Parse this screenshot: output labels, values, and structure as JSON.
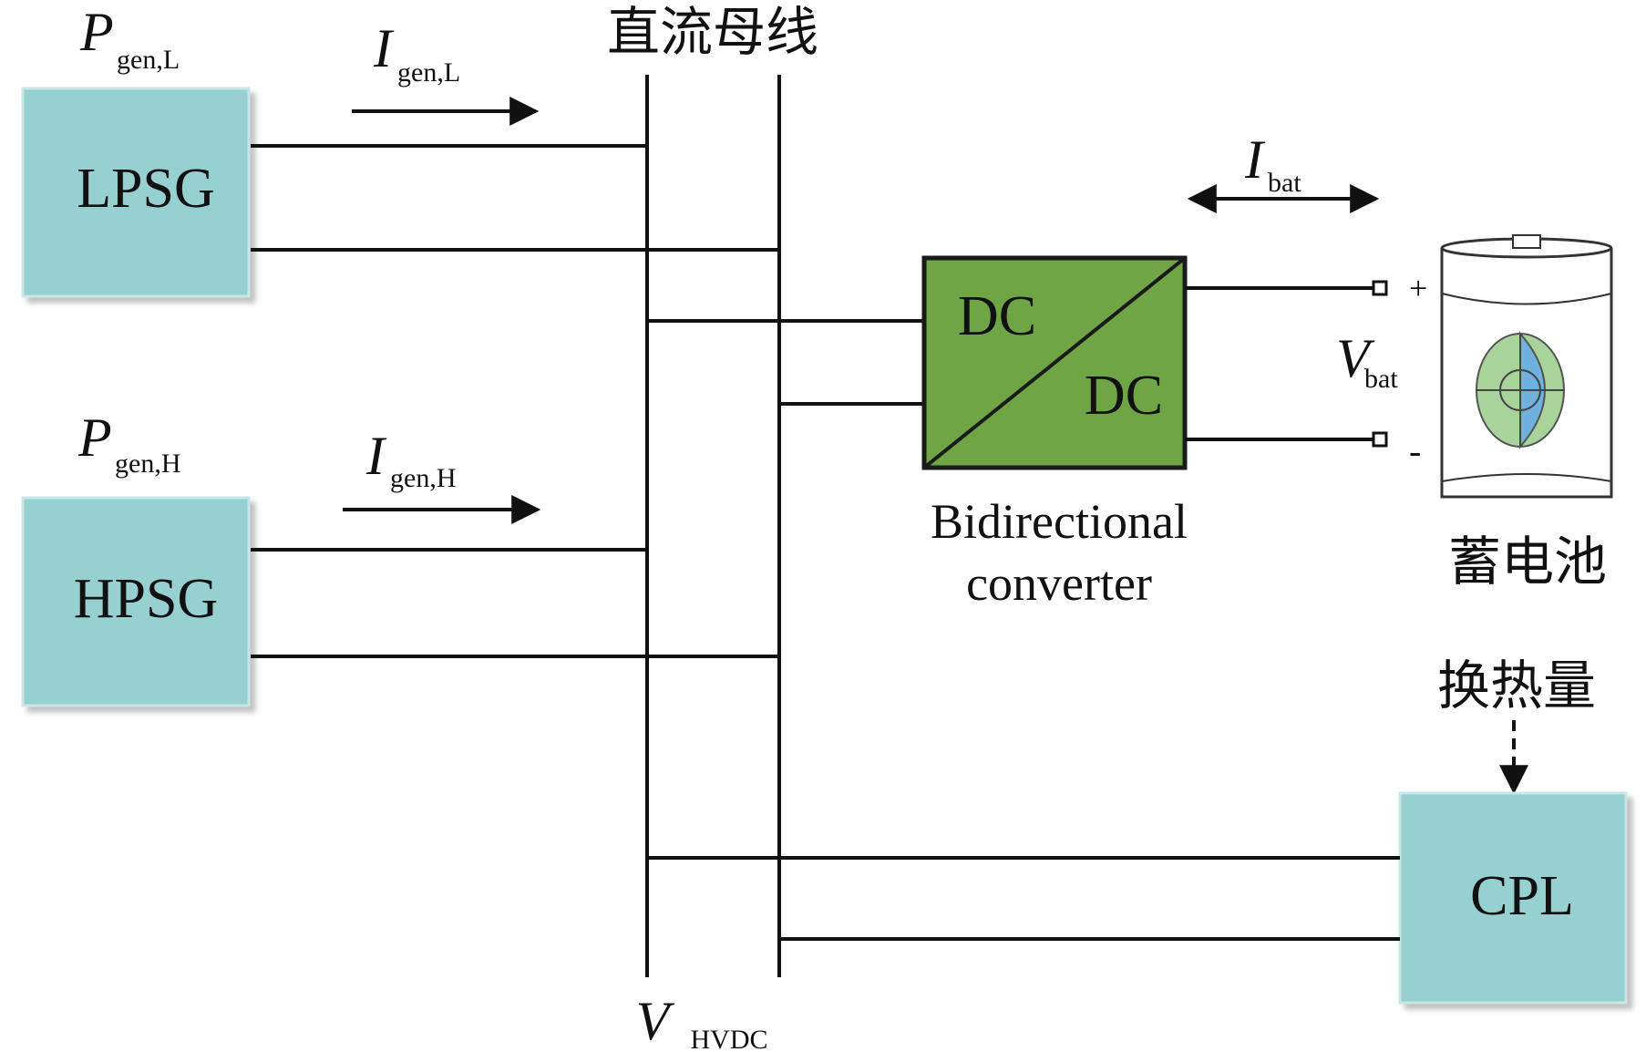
{
  "bus": {
    "title": "直流母线",
    "voltage_var": "V",
    "voltage_sub": "HVDC"
  },
  "lpsg": {
    "label": "LPSG",
    "power_var": "P",
    "power_sub": "gen,L",
    "current_var": "I",
    "current_sub": "gen,L"
  },
  "hpsg": {
    "label": "HPSG",
    "power_var": "P",
    "power_sub": "gen,H",
    "current_var": "I",
    "current_sub": "gen,H"
  },
  "converter": {
    "top": "DC",
    "bottom": "DC",
    "caption_line1": "Bidirectional",
    "caption_line2": "converter"
  },
  "battery": {
    "current_var": "I",
    "current_sub": "bat",
    "voltage_var": "V",
    "voltage_sub": "bat",
    "plus": "+",
    "minus": "-",
    "label": "蓄电池"
  },
  "cpl": {
    "label": "CPL",
    "heat_label": "换热量"
  },
  "colors": {
    "source_box": "#96d0d0",
    "converter_box": "#70a545",
    "line": "#111111"
  }
}
